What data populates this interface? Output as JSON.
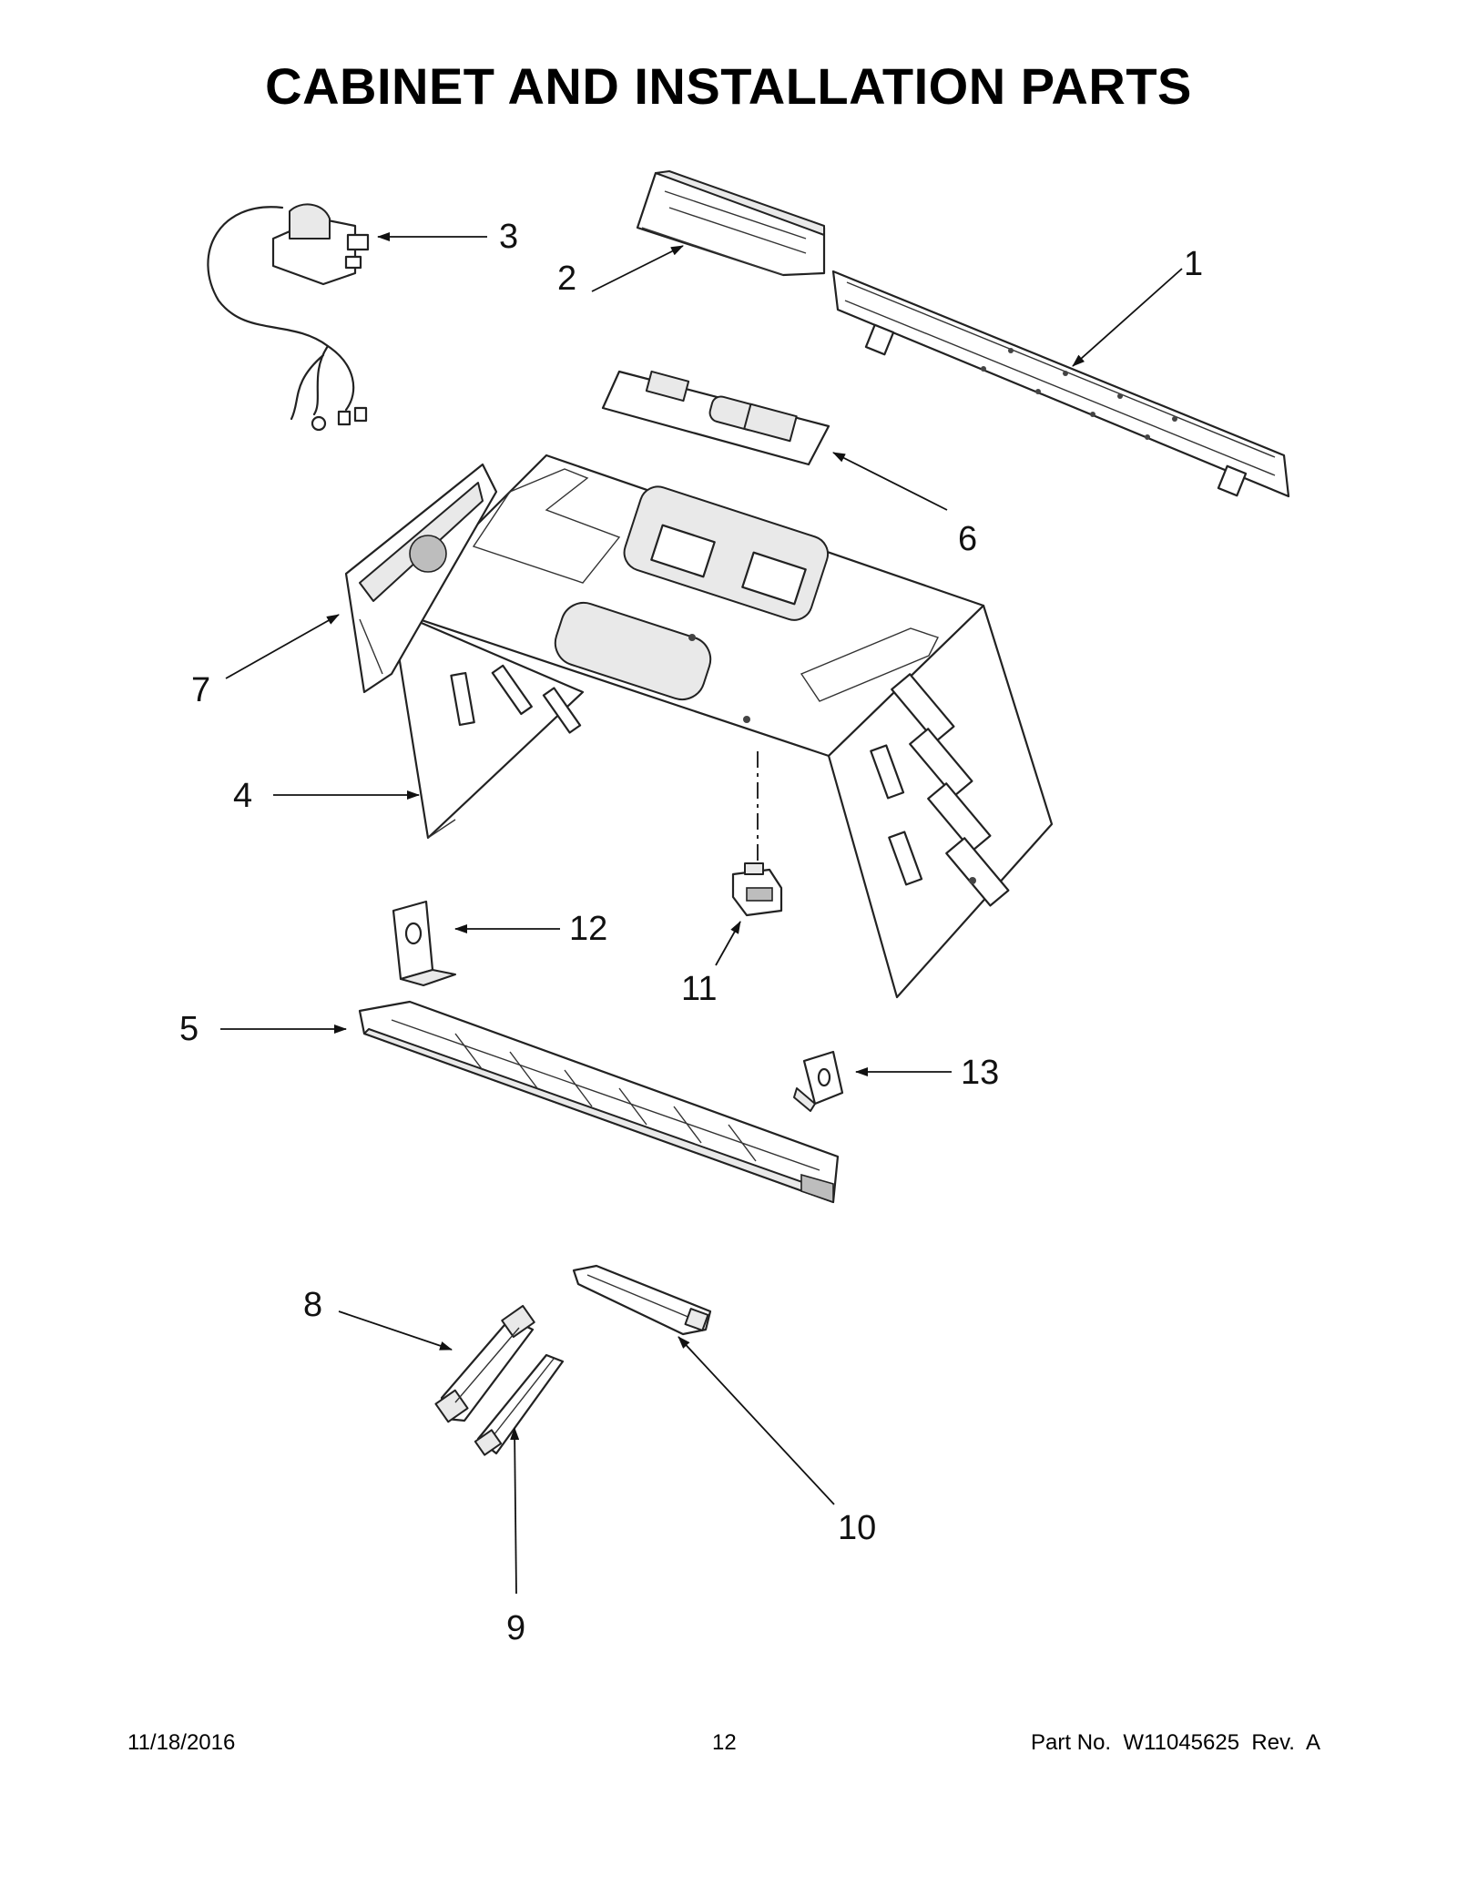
{
  "title": "CABINET AND INSTALLATION PARTS",
  "callouts": [
    "1",
    "2",
    "3",
    "4",
    "5",
    "6",
    "7",
    "8",
    "9",
    "10",
    "11",
    "12",
    "13"
  ],
  "footer": {
    "date": "11/18/2016",
    "page": "12",
    "part": "Part No.  W11045625  Rev.  A"
  }
}
